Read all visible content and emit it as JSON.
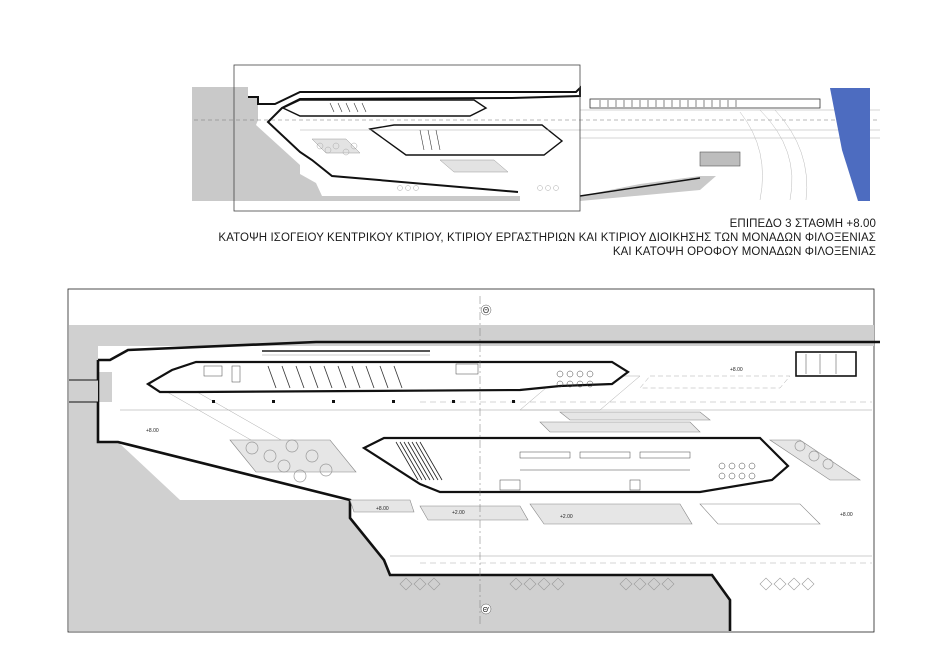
{
  "title": {
    "line1": "ΕΠΙΠΕΔΟ 3 ΣΤΑΘΜΗ +8.00",
    "line2": "ΚΑΤΟΨΗ ΙΣΟΓΕΙΟΥ ΚΕΝΤΡΙΚΟΥ ΚΤΙΡΙΟΥ, ΚΤΙΡΙΟΥ ΕΡΓΑΣΤΗΡΙΩΝ ΚΑΙ ΚΤΙΡΙΟΥ ΔΙΟΙΚΗΣΗΣ ΤΩΝ ΜΟΝΑΔΩΝ ΦΙΛΟΞΕΝΙΑΣ",
    "line3": "ΚΑΙ ΚΑΤΟΨΗ ΟΡΟΦΟΥ ΜΟΝΑΔΩΝ ΦΙΛΟΞΕΝΙΑΣ"
  },
  "plan": {
    "section_top": "Θ",
    "section_bottom": "Θ'",
    "levels": {
      "left_plaza": "+8.00",
      "right_road": "+8.00",
      "right_lower": "+8.00",
      "lower_left": "+8.00",
      "lower_mid": "+2.00",
      "lower_center": "+2.00"
    }
  },
  "colors": {
    "ground": "#c9c9c9",
    "water": "#4d6cc0",
    "line": "#111111"
  }
}
